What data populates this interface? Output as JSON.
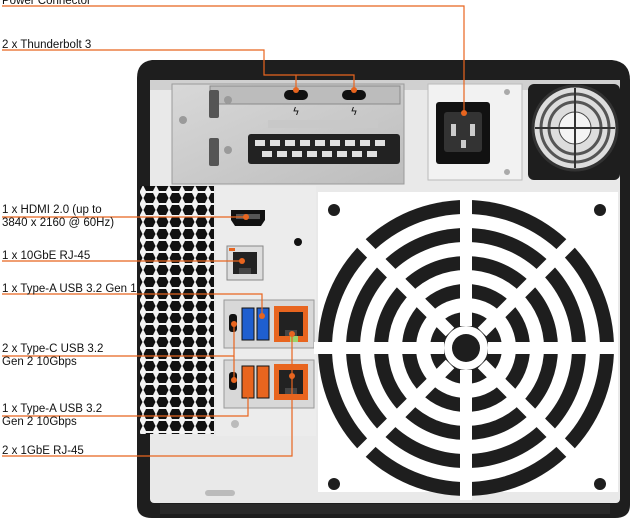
{
  "labels": {
    "power": "Power Connector",
    "thunderbolt": "2 x Thunderbolt 3",
    "hdmi_1": "1 x HDMI 2.0 (up to",
    "hdmi_2": "3840 x 2160 @ 60Hz)",
    "rj45_10g": "1 x 10GbE RJ-45",
    "usb_a_gen1": "1 x Type-A USB 3.2 Gen 1",
    "usb_c_1": "2 x Type-C USB 3.2",
    "usb_c_2": "Gen 2 10Gbps",
    "usb_a_gen2_1": "1 x Type-A USB 3.2",
    "usb_a_gen2_2": "Gen 2 10Gbps",
    "rj45_1g": "2 x 1GbE RJ-45"
  },
  "colors": {
    "callout": "#e8651f",
    "chassis": "#1e1e1e",
    "panel": "#e9e9e9",
    "usb_blue": "#1f5fd0",
    "port_orange": "#e8651f"
  },
  "icons": {
    "thunderbolt": "thunderbolt-icon",
    "fan": "cooling-fan",
    "psu_fan": "psu-fan"
  }
}
